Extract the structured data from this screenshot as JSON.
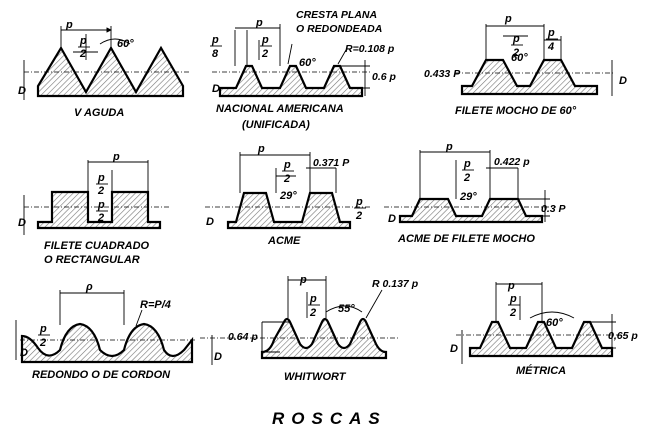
{
  "title": "ROSCAS",
  "threads": [
    {
      "name": "V AGUDA",
      "dims": [
        "D",
        "p",
        "p",
        "2",
        "60°"
      ]
    },
    {
      "name_line1": "NACIONAL AMERICANA",
      "name_line2": "(UNIFICADA)",
      "note_line1": "CRESTA PLANA",
      "note_line2": "O REDONDEADA",
      "dims": [
        "D",
        "p",
        "8",
        "p",
        "2",
        "60°",
        "R=0.108 p",
        "0.6 p"
      ]
    },
    {
      "name": "FILETE MOCHO DE 60°",
      "dims": [
        "D",
        "p",
        "p",
        "2",
        "p",
        "4",
        "60°",
        "0.433 P"
      ]
    },
    {
      "name_line1": "FILETE CUADRADO",
      "name_line2": "O RECTANGULAR",
      "dims": [
        "D",
        "p",
        "p",
        "2",
        "p",
        "2"
      ]
    },
    {
      "name": "ACME",
      "dims": [
        "D",
        "p",
        "p",
        "2",
        "0.371 P",
        "29°",
        "p",
        "2"
      ]
    },
    {
      "name": "ACME DE FILETE MOCHO",
      "dims": [
        "D",
        "p",
        "p",
        "2",
        "0.422 p",
        "29°",
        "0.3 P"
      ]
    },
    {
      "name": "REDONDO O DE CORDON",
      "dims": [
        "D",
        "p",
        "2",
        "ρ",
        "R=P/4"
      ]
    },
    {
      "name": "WHITWORT",
      "dims": [
        "D",
        "p",
        "p",
        "2",
        "55°",
        "R  0.137 p",
        "0.64 p"
      ]
    },
    {
      "name": "MÉTRICA",
      "dims": [
        "D",
        "p",
        "p",
        "2",
        "60°",
        "0,65 p"
      ]
    }
  ]
}
